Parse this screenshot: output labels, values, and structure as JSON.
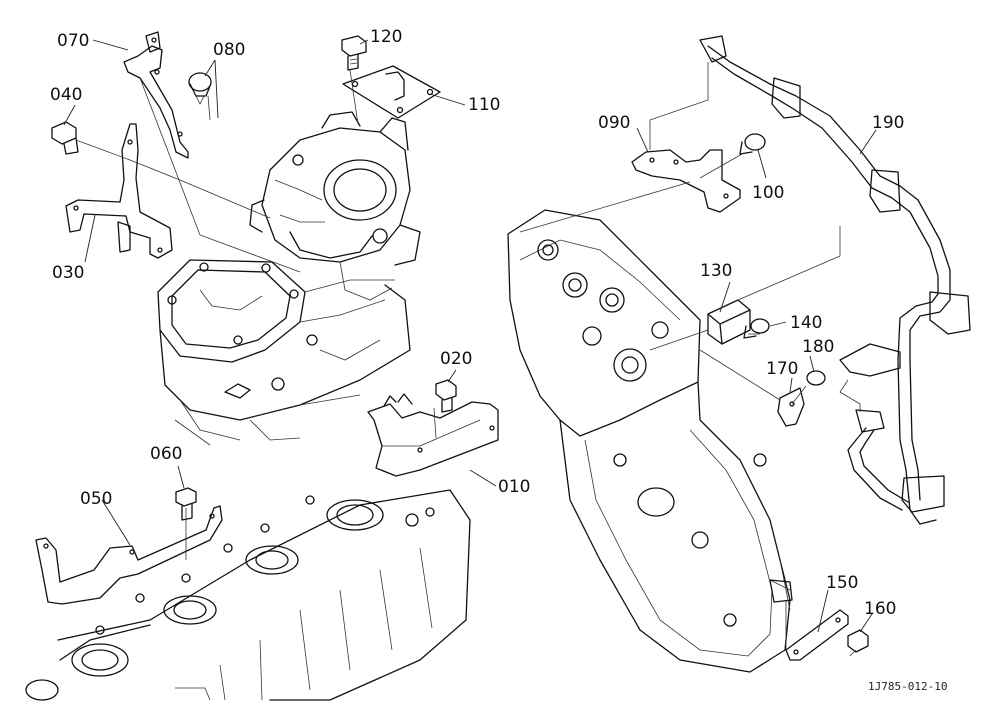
{
  "diagram_ref": "1J785-012-10",
  "callouts": {
    "c010": "010",
    "c020": "020",
    "c030": "030",
    "c040": "040",
    "c050": "050",
    "c060": "060",
    "c070": "070",
    "c080": "080",
    "c090": "090",
    "c100": "100",
    "c110": "110",
    "c120": "120",
    "c130": "130",
    "c140": "140",
    "c150": "150",
    "c160": "160",
    "c170": "170",
    "c180": "180",
    "c190": "190"
  }
}
